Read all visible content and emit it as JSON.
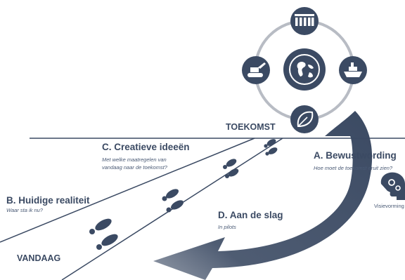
{
  "labels": {
    "toekomst": "TOEKOMST",
    "vandaag": "VANDAAG"
  },
  "stages": {
    "creatieve": {
      "title": "C. Creatieve ideeën",
      "subtitle_line1": "Met welke maatregelen van",
      "subtitle_line2": "vandaag naar de toekomst?"
    },
    "bewustwording": {
      "title": "A. Bewustwording",
      "subtitle": "Hoe moet de toekomst eruit zien?"
    },
    "huidige": {
      "title": "B. Huidige realiteit",
      "subtitle": "Waar sta ik nu?"
    },
    "aan_de_slag": {
      "title": "D. Aan de slag",
      "subtitle": "In pilots"
    }
  },
  "visievorming": {
    "label": "Visievorming"
  },
  "icons": [
    "people-icon",
    "ship-icon",
    "leaf-icon",
    "excavator-icon",
    "globe-icon",
    "head-gears-icon"
  ],
  "colors": {
    "navy": "#3b4a63",
    "ring": "#b8bcc4",
    "path_line": "#3b4a63"
  }
}
